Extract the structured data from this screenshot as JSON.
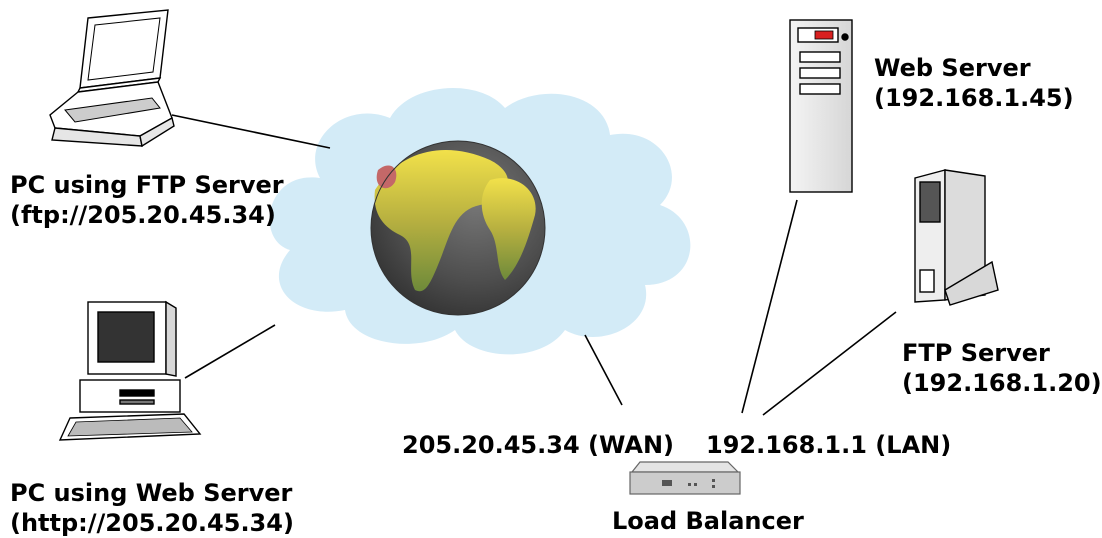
{
  "nodes": {
    "laptop": {
      "line1": "PC using FTP Server",
      "line2": "(ftp://205.20.45.34)"
    },
    "desktop": {
      "line1": "PC using Web Server",
      "line2": "(http://205.20.45.34)"
    },
    "web_server": {
      "line1": "Web Server",
      "line2": "(192.168.1.45)"
    },
    "ftp_server": {
      "line1": "FTP Server",
      "line2": "(192.168.1.20)"
    },
    "load_balancer": {
      "wan": "205.20.45.34 (WAN)",
      "lan": "192.168.1.1 (LAN)",
      "label": "Load Balancer"
    }
  },
  "colors": {
    "cloud": "#d3ebf7",
    "globe_land": "#c8b43c",
    "globe_ocean": "#5a5a5a"
  }
}
